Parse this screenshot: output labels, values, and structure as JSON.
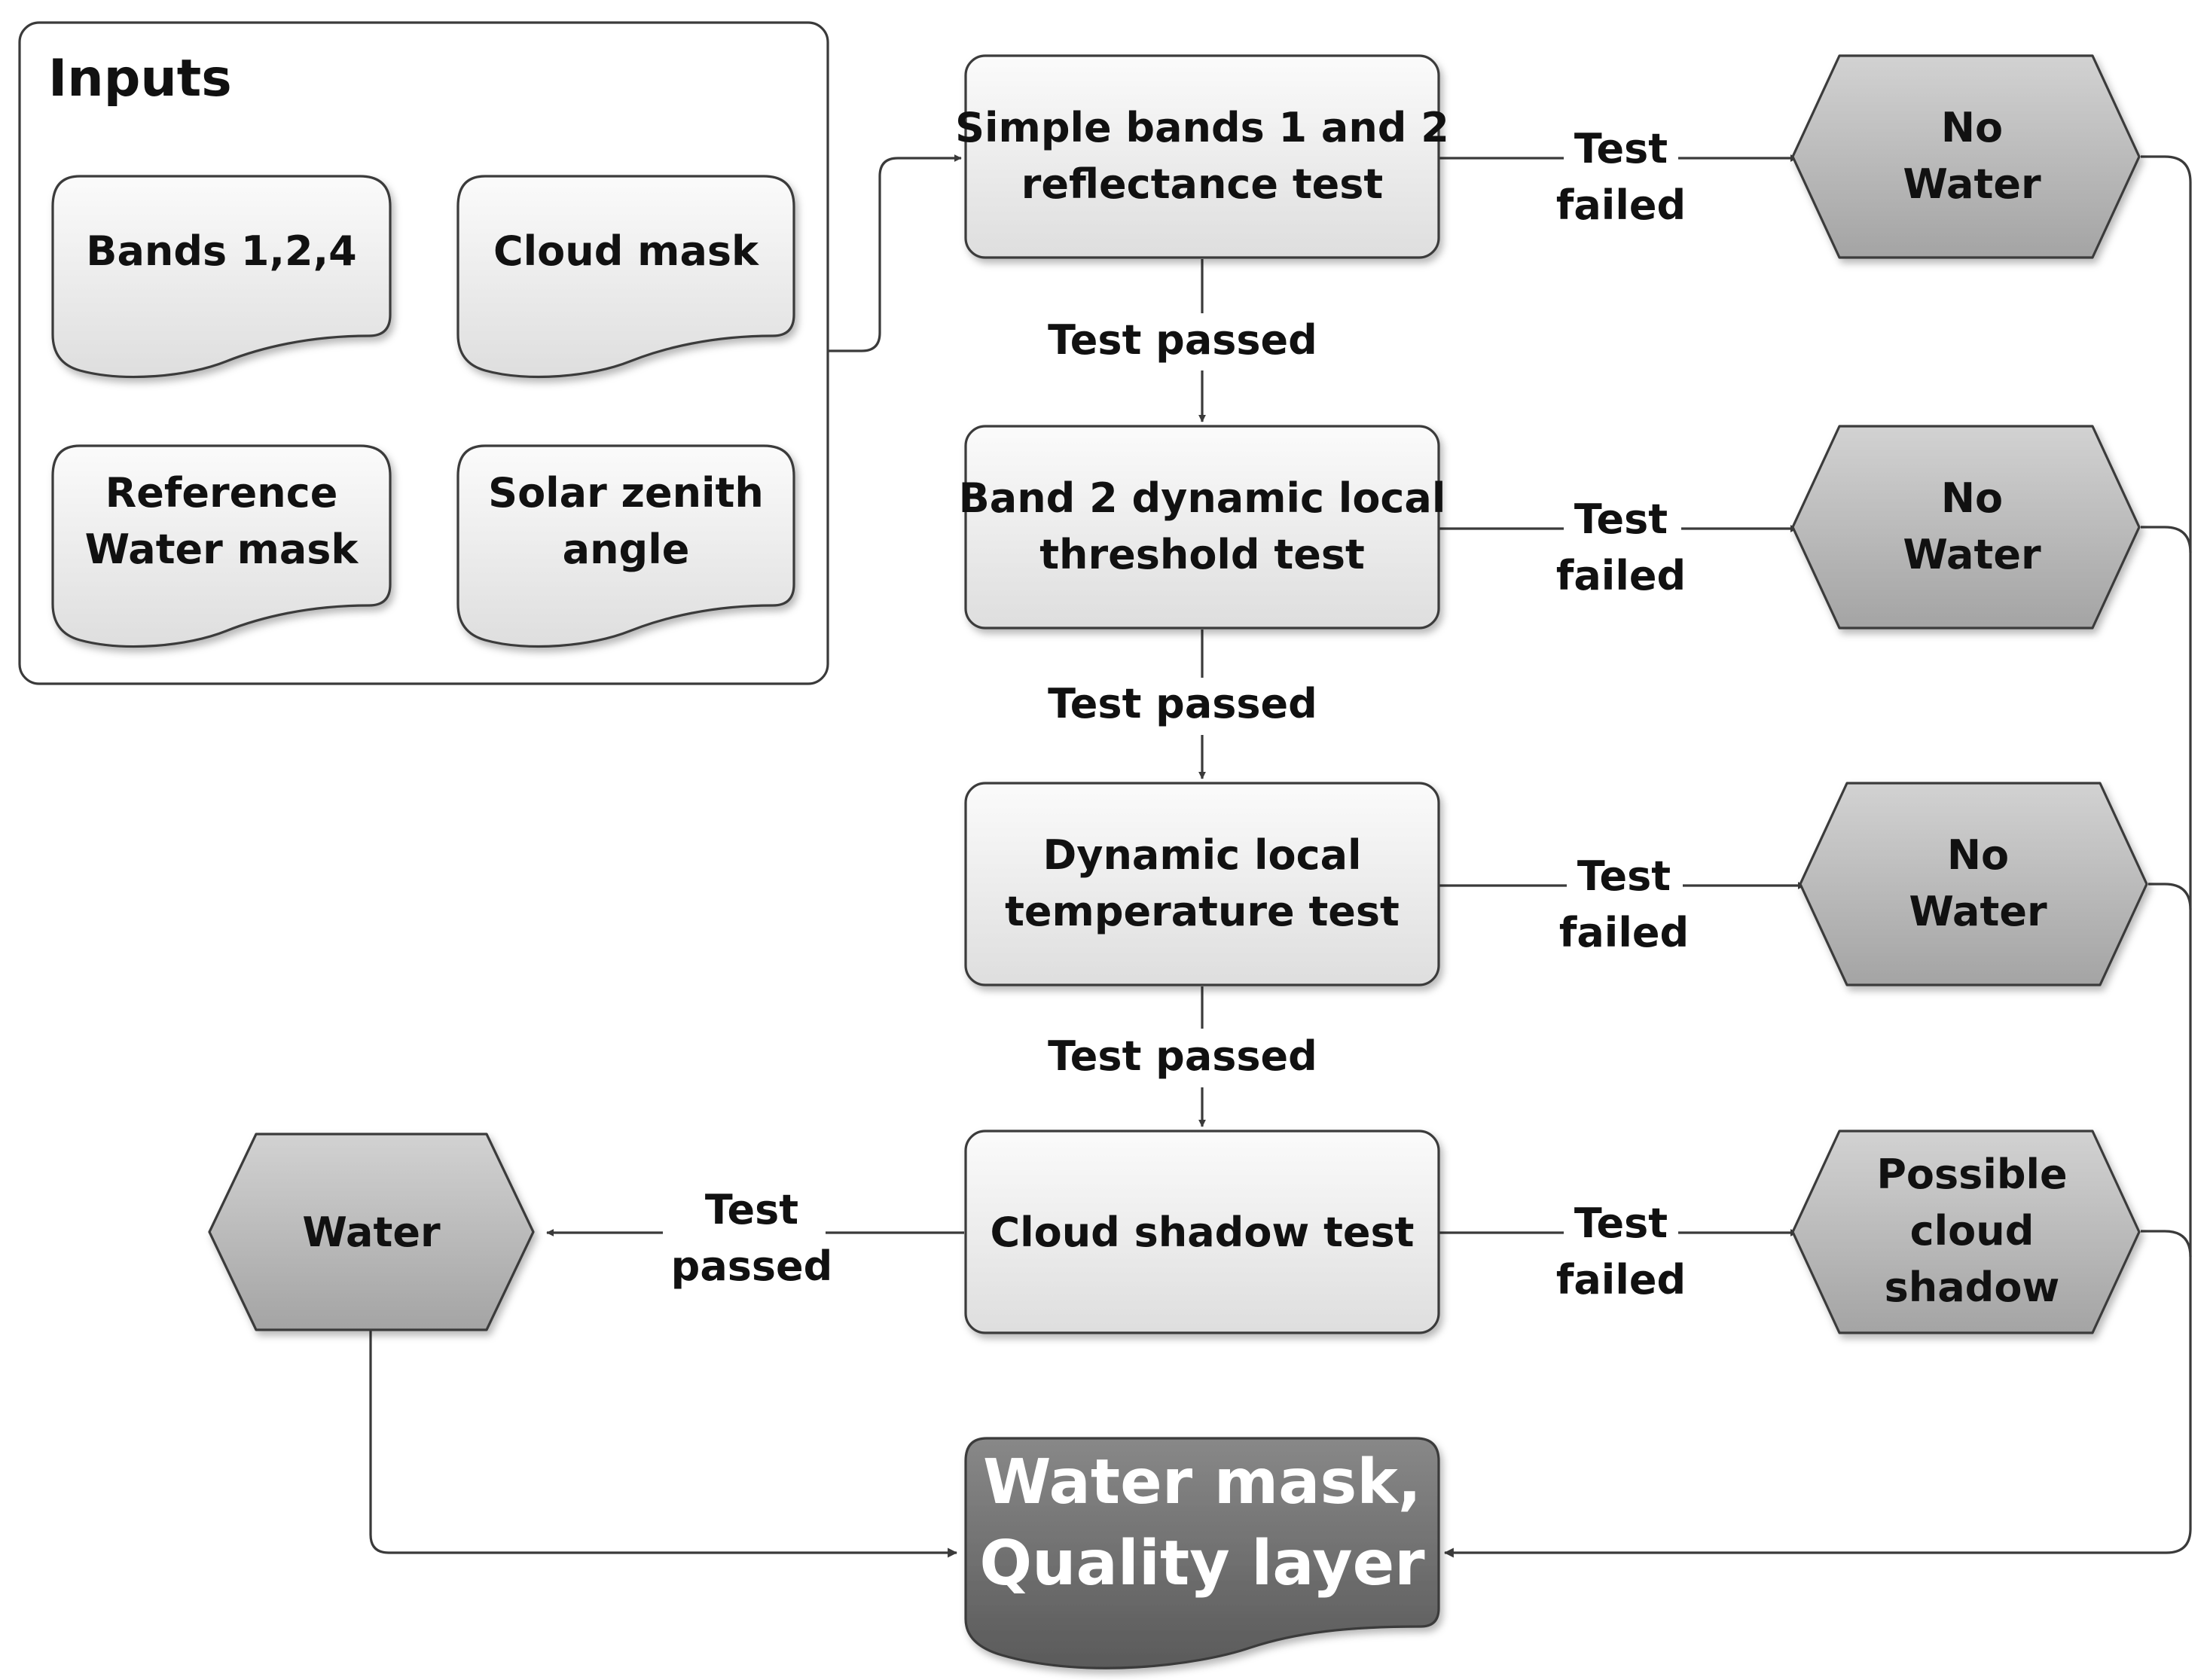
{
  "inputs": {
    "title": "Inputs",
    "items": [
      [
        "Bands 1,2,4"
      ],
      [
        "Cloud mask"
      ],
      [
        "Reference",
        "Water mask"
      ],
      [
        "Solar zenith",
        "angle"
      ]
    ]
  },
  "tests": [
    [
      "Simple bands 1 and 2",
      "reflectance test"
    ],
    [
      "Band 2 dynamic local",
      "threshold test"
    ],
    [
      "Dynamic local",
      "temperature test"
    ],
    [
      "Cloud shadow test"
    ]
  ],
  "outcomes": [
    [
      "No",
      "Water"
    ],
    [
      "No",
      "Water"
    ],
    [
      "No",
      "Water"
    ],
    [
      "Possible",
      "cloud",
      "shadow"
    ]
  ],
  "water": [
    "Water"
  ],
  "output": [
    "Water mask,",
    "Quality layer"
  ],
  "edge_labels": {
    "passed_down": [
      "Test passed",
      "Test passed",
      "Test passed"
    ],
    "failed": [
      [
        "Test",
        "failed"
      ],
      [
        "Test",
        "failed"
      ],
      [
        "Test",
        "failed"
      ],
      [
        "Test",
        "failed"
      ]
    ],
    "passed_left": [
      "Test",
      "passed"
    ]
  },
  "colors": {
    "process_fill_top": "#fafafa",
    "process_fill_bottom": "#e1e1e1",
    "hexagon_fill_top": "#cfcfcf",
    "hexagon_fill_bottom": "#a6a6a6",
    "output_fill_top": "#858585",
    "output_fill_bottom": "#5c5c5c",
    "stroke": "#3a3a3a"
  }
}
